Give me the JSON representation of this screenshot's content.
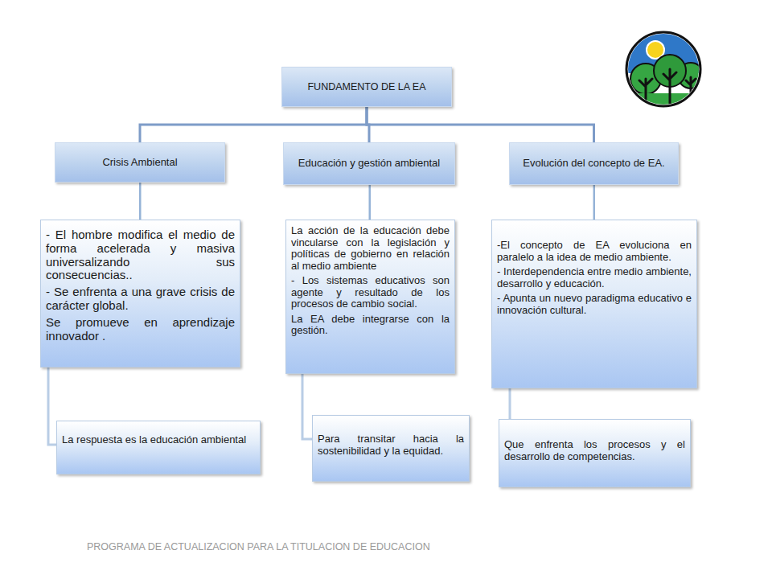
{
  "diagram": {
    "nodes": [
      {
        "text": [
          "FUNDAMENTO DE LA EA"
        ]
      },
      {
        "text": [
          "Crisis Ambiental"
        ]
      },
      {
        "text": [
          "Educación y gestión ambiental"
        ]
      },
      {
        "text": [
          "Evolución del concepto de EA."
        ]
      },
      {
        "text": [
          "- El hombre modifica el medio de forma acelerada y masiva universalizando sus consecuencias..",
          "- Se enfrenta a una grave crisis de carácter global.",
          "Se promueve en aprendizaje innovador ."
        ]
      },
      {
        "text": [
          "La acción de la educación debe vincularse con la legislación y políticas de gobierno en relación al medio ambiente",
          "- Los sistemas educativos son agente y resultado de los procesos de cambio social.",
          "La EA debe integrarse con la gestión."
        ]
      },
      {
        "text": [
          "-El concepto de EA evoluciona en paralelo a la idea de medio ambiente.",
          "- Interdependencia entre medio ambiente, desarrollo y educación.",
          "- Apunta un nuevo paradigma educativo e innovación cultural."
        ]
      },
      {
        "text": [
          "La respuesta es la educación ambiental"
        ]
      },
      {
        "text": [
          "Para transitar hacia la sostenibilidad y la equidad."
        ]
      },
      {
        "text": [
          "Que enfrenta los procesos y el desarrollo de competencias."
        ]
      }
    ],
    "edges": [
      {
        "from": 0,
        "to": 1,
        "arrow": "none"
      },
      {
        "from": 0,
        "to": 2,
        "arrow": "none"
      },
      {
        "from": 0,
        "to": 3,
        "arrow": "none"
      },
      {
        "from": 1,
        "to": 4,
        "arrow": "none"
      },
      {
        "from": 2,
        "to": 5,
        "arrow": "none"
      },
      {
        "from": 3,
        "to": 6,
        "arrow": "none"
      },
      {
        "from": 4,
        "to": 7,
        "arrow": "none"
      },
      {
        "from": 5,
        "to": 8,
        "arrow": "none"
      },
      {
        "from": 6,
        "to": 9,
        "arrow": "none"
      }
    ],
    "labels": [
      "PROGRAMA DE ACTUALIZACION PARA LA TITULACION DE EDUCACION"
    ]
  }
}
